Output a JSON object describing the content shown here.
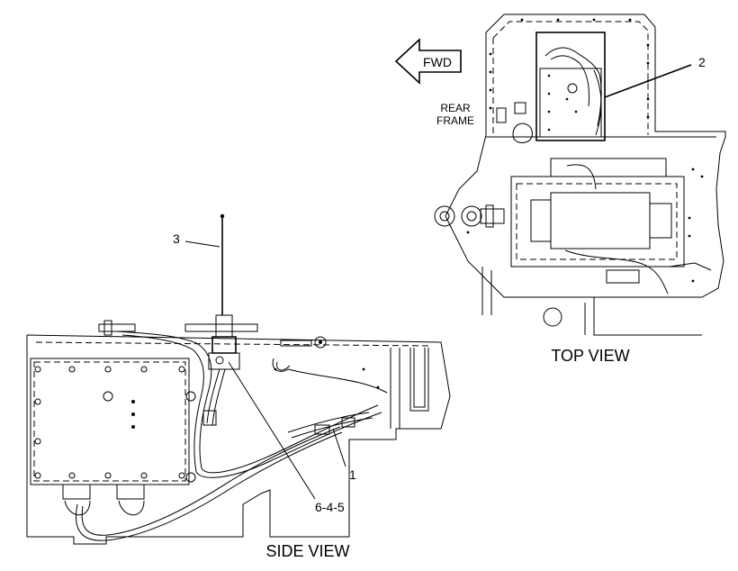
{
  "diagram": {
    "direction_arrow_label": "FWD",
    "rear_frame_label": [
      "REAR",
      "FRAME"
    ],
    "top_view_title": "TOP VIEW",
    "side_view_title": "SIDE VIEW",
    "callouts": {
      "antenna": "3",
      "antenna_base": "6-4-5",
      "cable": "1",
      "radio_harness": "2"
    }
  }
}
